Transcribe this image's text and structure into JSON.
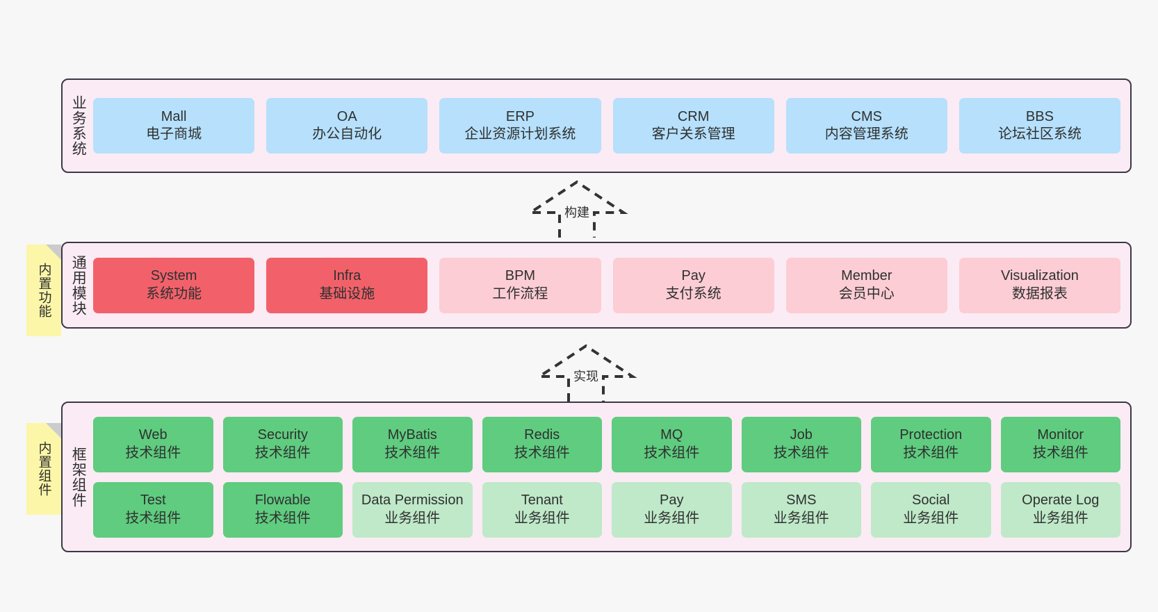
{
  "canvas": {
    "background": "#f7f7f7",
    "panel_fill": "#fbebf4",
    "panel_border": "#3d3846"
  },
  "layers": {
    "business": {
      "label": "业务系统",
      "color": "#b6e0fb",
      "cards": [
        {
          "name": "Mall",
          "desc": "电子商城"
        },
        {
          "name": "OA",
          "desc": "办公自动化"
        },
        {
          "name": "ERP",
          "desc": "企业资源计划系统"
        },
        {
          "name": "CRM",
          "desc": "客户关系管理"
        },
        {
          "name": "CMS",
          "desc": "内容管理系统"
        },
        {
          "name": "BBS",
          "desc": "论坛社区系统"
        }
      ]
    },
    "module": {
      "label": "通用模块",
      "note": "内置功能",
      "note_color": "#fcf6a8",
      "color_primary": "#f2616a",
      "color_secondary": "#fccdd4",
      "cards": [
        {
          "name": "System",
          "desc": "系统功能",
          "variant": "red"
        },
        {
          "name": "Infra",
          "desc": "基础设施",
          "variant": "red"
        },
        {
          "name": "BPM",
          "desc": "工作流程",
          "variant": "pink"
        },
        {
          "name": "Pay",
          "desc": "支付系统",
          "variant": "pink"
        },
        {
          "name": "Member",
          "desc": "会员中心",
          "variant": "pink"
        },
        {
          "name": "Visualization",
          "desc": "数据报表",
          "variant": "pink"
        }
      ]
    },
    "framework": {
      "label": "框架组件",
      "note": "内置组件",
      "note_color": "#fcf6a8",
      "color_primary": "#5fcc7f",
      "color_secondary": "#bfe9c9",
      "row1": [
        {
          "name": "Web",
          "desc": "技术组件",
          "variant": "green"
        },
        {
          "name": "Security",
          "desc": "技术组件",
          "variant": "green"
        },
        {
          "name": "MyBatis",
          "desc": "技术组件",
          "variant": "green"
        },
        {
          "name": "Redis",
          "desc": "技术组件",
          "variant": "green"
        },
        {
          "name": "MQ",
          "desc": "技术组件",
          "variant": "green"
        },
        {
          "name": "Job",
          "desc": "技术组件",
          "variant": "green"
        },
        {
          "name": "Protection",
          "desc": "技术组件",
          "variant": "green"
        },
        {
          "name": "Monitor",
          "desc": "技术组件",
          "variant": "green"
        }
      ],
      "row2": [
        {
          "name": "Test",
          "desc": "技术组件",
          "variant": "green"
        },
        {
          "name": "Flowable",
          "desc": "技术组件",
          "variant": "green"
        },
        {
          "name": "Data Permission",
          "desc": "业务组件",
          "variant": "lightgreen"
        },
        {
          "name": "Tenant",
          "desc": "业务组件",
          "variant": "lightgreen"
        },
        {
          "name": "Pay",
          "desc": "业务组件",
          "variant": "lightgreen"
        },
        {
          "name": "SMS",
          "desc": "业务组件",
          "variant": "lightgreen"
        },
        {
          "name": "Social",
          "desc": "业务组件",
          "variant": "lightgreen"
        },
        {
          "name": "Operate Log",
          "desc": "业务组件",
          "variant": "lightgreen"
        }
      ]
    }
  },
  "arrows": {
    "build": {
      "label": "构建",
      "style": "dashed-hollow-up"
    },
    "implement": {
      "label": "实现",
      "style": "dashed-hollow-up"
    }
  }
}
